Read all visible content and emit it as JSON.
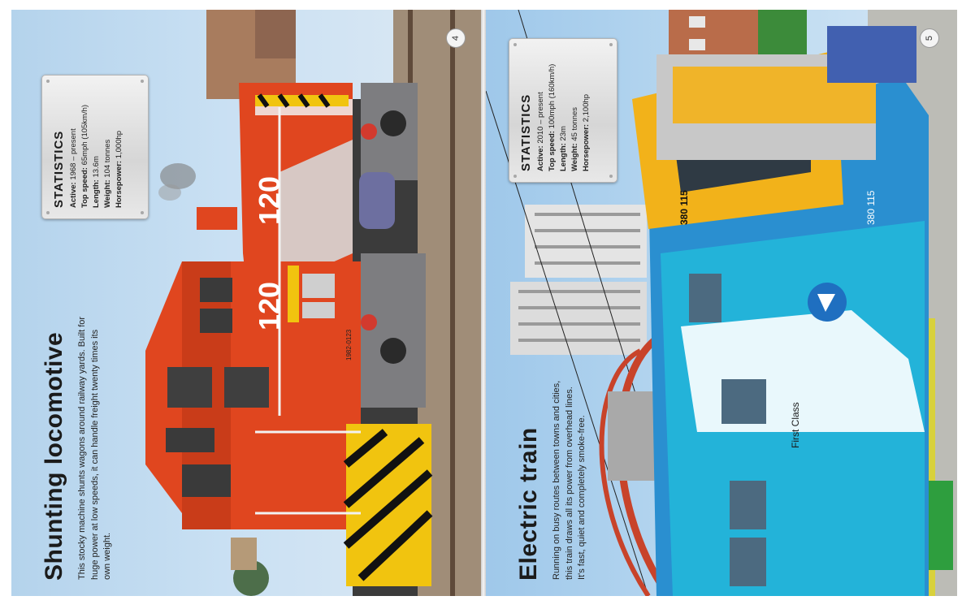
{
  "left_page": {
    "title": "Shunting locomotive",
    "description": "This stocky machine shunts wagons around railway yards. Built for huge power at low speeds, it can handle freight twenty times its own weight.",
    "page_number": "4",
    "stats": {
      "heading": "STATISTICS",
      "rows": [
        {
          "label": "Active:",
          "value": "1968 – present"
        },
        {
          "label": "Top speed:",
          "value": "65mph (105km/h)"
        },
        {
          "label": "Length:",
          "value": "13.6m"
        },
        {
          "label": "Weight:",
          "value": "104 tonnes"
        },
        {
          "label": "Horsepower:",
          "value": "1,000hp"
        }
      ]
    },
    "loco_number": "120",
    "loco_plate": "1982-0123"
  },
  "right_page": {
    "title": "Electric train",
    "description": "Running on busy routes between towns and cities, this train draws all its power from overhead lines. It's fast, quiet and completely smoke-free.",
    "page_number": "5",
    "stats": {
      "heading": "STATISTICS",
      "rows": [
        {
          "label": "Active:",
          "value": "2010 – present"
        },
        {
          "label": "Top speed:",
          "value": "100mph (160km/h)"
        },
        {
          "label": "Length:",
          "value": "23m"
        },
        {
          "label": "Weight:",
          "value": "45 tonnes"
        },
        {
          "label": "Horsepower:",
          "value": "2,100hp"
        }
      ]
    },
    "train_number": "380 115",
    "first_class_label": "First Class"
  },
  "colors": {
    "loco_orange": "#e0461f",
    "train_blue": "#1f6fc0",
    "train_yellow": "#f2b21a",
    "train_cyan": "#23b3d9"
  }
}
